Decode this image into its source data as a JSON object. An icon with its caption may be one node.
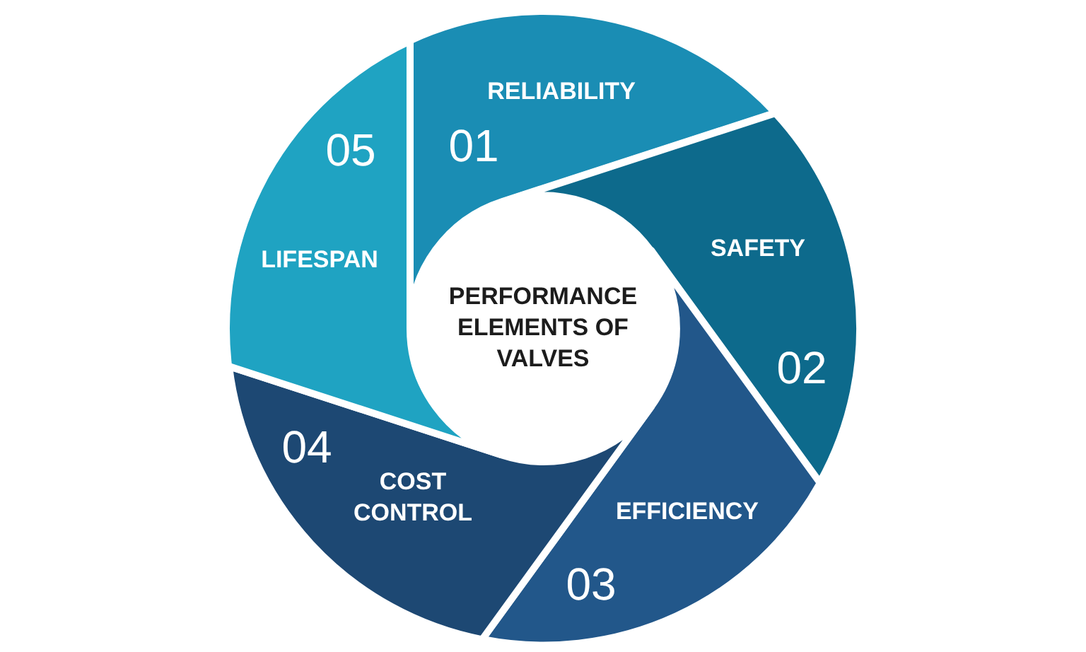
{
  "diagram": {
    "nodes": [
      {
        "text": [
          "PERFORMANCE ELEMENTS OF VALVES"
        ]
      },
      {
        "text": [
          "RELIABILITY",
          "01"
        ]
      },
      {
        "text": [
          "SAFETY",
          "02"
        ]
      },
      {
        "text": [
          "EFFICIENCY",
          "03"
        ]
      },
      {
        "text": [
          "04",
          "COST CONTROL"
        ]
      },
      {
        "text": [
          "05",
          "LIFESPAN"
        ]
      }
    ]
  }
}
